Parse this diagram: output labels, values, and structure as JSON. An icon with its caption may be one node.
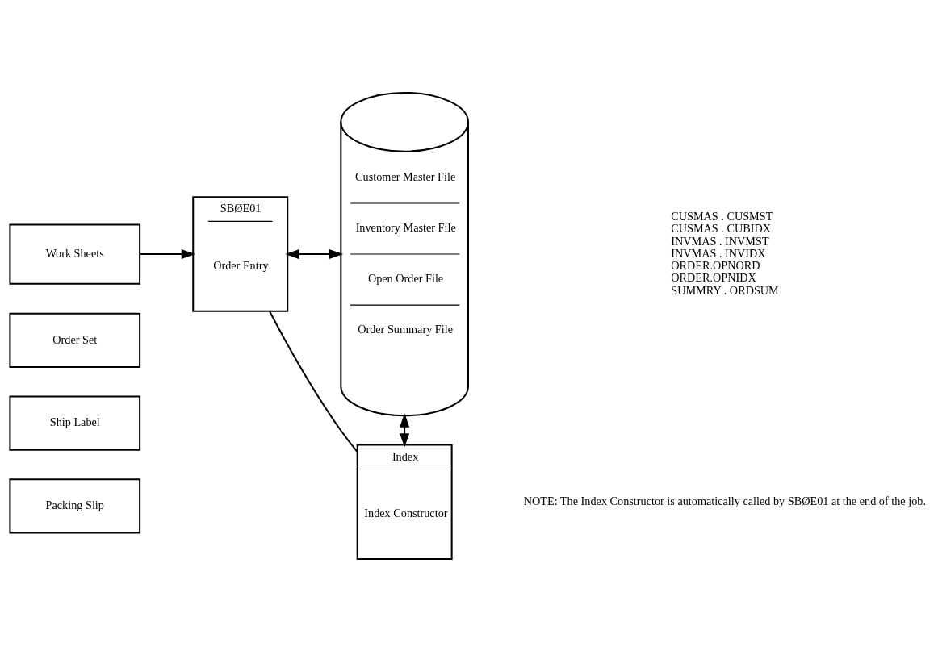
{
  "diagram": {
    "nodes": [
      {
        "text": [
          "Packing Slip"
        ]
      },
      {
        "text": [
          "Ship Label"
        ]
      },
      {
        "text": [
          "Order Set"
        ]
      },
      {
        "text": [
          "Work Sheets"
        ]
      },
      {
        "text": [
          "SBØE01",
          "Order Entry"
        ]
      },
      {
        "text": [
          "Customer Master File",
          "Inventory Master File",
          "Open Order File",
          "Order Summary File"
        ],
        "beside": [
          "CUSMAS . CUSMST",
          "CUSMAS . CUBIDX",
          "INVMAS . INVMST",
          "INVMAS . INVIDX",
          "ORDER.OPNORD",
          "ORDER.OPNIDX",
          "SUMMRY . ORDSUM"
        ]
      },
      {
        "text": [
          "Index",
          "Index Constructor"
        ]
      }
    ],
    "edges": [
      {
        "from": 3,
        "to": 4,
        "arrow": "to"
      },
      {
        "from": 4,
        "to": 5,
        "arrow": "both"
      },
      {
        "from": 5,
        "to": 6,
        "arrow": "both"
      },
      {
        "from": 4,
        "to": 6,
        "arrow": "none"
      }
    ],
    "labels": [
      "NOTE: The Index Constructor is automatically called by SBØE01 at the end of the job."
    ]
  }
}
